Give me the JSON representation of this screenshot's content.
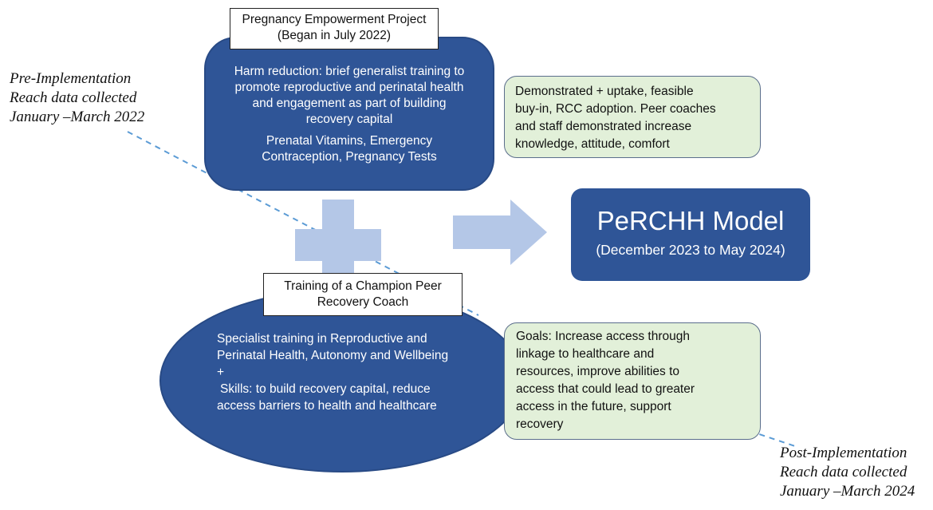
{
  "pre_note": {
    "lines": [
      "Pre-Implementation",
      "Reach data collected",
      "January –March 2022"
    ]
  },
  "post_note": {
    "lines": [
      "Post-Implementation",
      "Reach data collected",
      "January –March 2024"
    ]
  },
  "project_title": {
    "lines": [
      "Pregnancy Empowerment Project",
      "(Began in July 2022)"
    ]
  },
  "harm_reduction": {
    "lines": [
      "Harm reduction: brief generalist training to",
      "promote reproductive and perinatal health",
      "and engagement as part of building",
      "recovery capital"
    ],
    "supplies": [
      "Prenatal Vitamins, Emergency",
      "Contraception, Pregnancy Tests"
    ]
  },
  "outcomes": {
    "lines": [
      "Demonstrated + uptake, feasible",
      "buy-in, RCC adoption. Peer coaches",
      "and staff demonstrated increase",
      "knowledge, attitude, comfort"
    ]
  },
  "model": {
    "title": "PeRCHH Model",
    "subtitle": "(December 2023 to May 2024)"
  },
  "champion_title": {
    "lines": [
      "Training of a Champion Peer",
      "Recovery Coach"
    ]
  },
  "specialist": {
    "lines": [
      "Specialist training in Reproductive and",
      "Perinatal Health, Autonomy and Wellbeing",
      "+",
      "Skills: to build recovery capital, reduce",
      "access barriers to health and healthcare"
    ]
  },
  "goals": {
    "lines": [
      "Goals: Increase access through",
      "linkage to healthcare and",
      "resources, improve abilities to",
      "access that could lead to greater",
      "access in the future, support",
      "recovery"
    ]
  },
  "colors": {
    "dark_blue": "#2f5597",
    "light_blue": "#b4c7e7",
    "light_green": "#e2f0d9",
    "dashed_line": "#5b9bd5"
  }
}
